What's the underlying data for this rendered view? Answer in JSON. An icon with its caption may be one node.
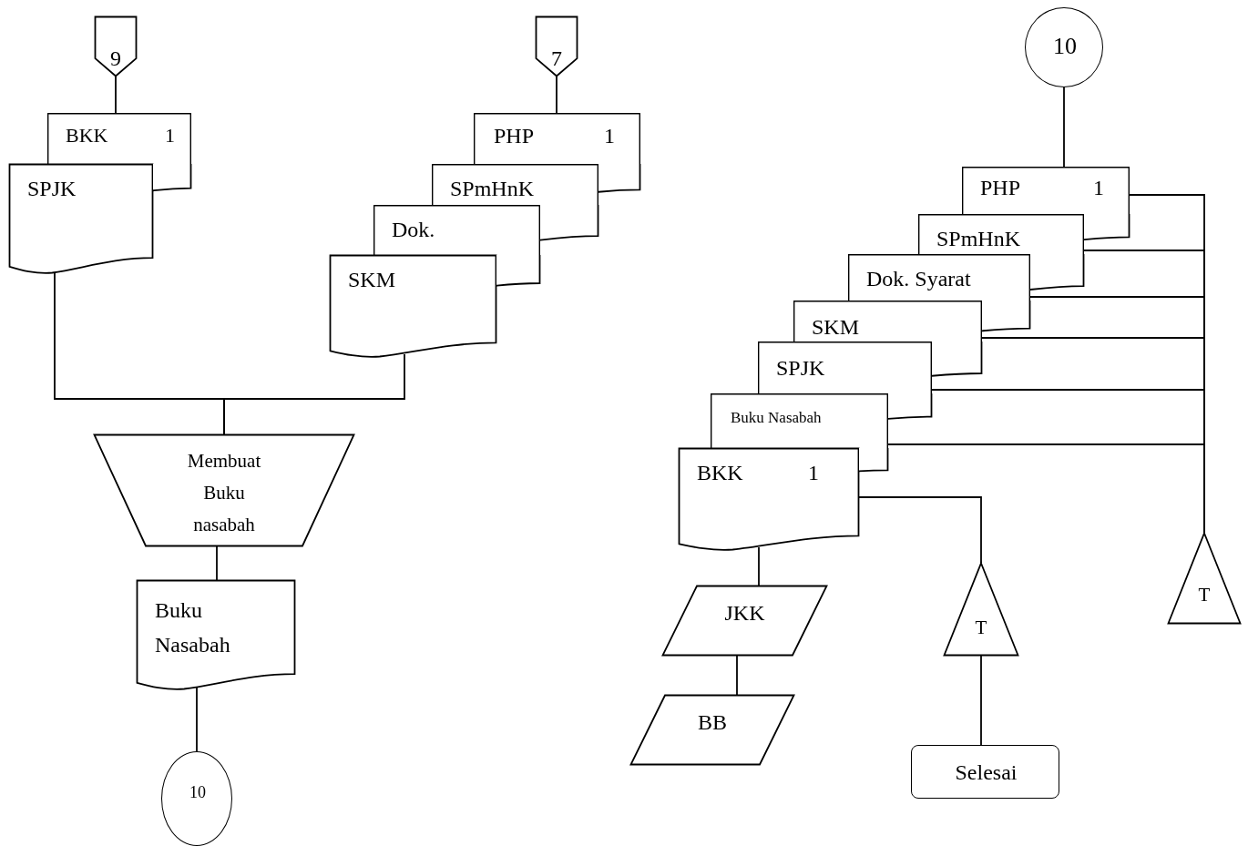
{
  "diagram": {
    "nodes": [
      {
        "text": [
          "9"
        ]
      },
      {
        "text": [
          "BKK",
          "1"
        ]
      },
      {
        "text": [
          "SPJK"
        ]
      },
      {
        "text": [
          "7"
        ]
      },
      {
        "text": [
          "PHP",
          "1"
        ]
      },
      {
        "text": [
          "SPmHnK"
        ]
      },
      {
        "text": [
          "Dok."
        ]
      },
      {
        "text": [
          "SKM"
        ]
      },
      {
        "text": [
          "Membuat Buku nasabah"
        ]
      },
      {
        "text": [
          "Buku Nasabah"
        ]
      },
      {
        "text": [
          "10"
        ]
      },
      {
        "text": [
          "10"
        ]
      },
      {
        "text": [
          "PHP",
          "1"
        ]
      },
      {
        "text": [
          "SPmHnK"
        ]
      },
      {
        "text": [
          "Dok. Syarat"
        ]
      },
      {
        "text": [
          "SKM"
        ]
      },
      {
        "text": [
          "SPJK"
        ]
      },
      {
        "text": [
          "Buku Nasabah"
        ]
      },
      {
        "text": [
          "BKK",
          "1"
        ]
      },
      {
        "text": [
          "JKK"
        ]
      },
      {
        "text": [
          "BB"
        ]
      },
      {
        "text": [
          "T"
        ]
      },
      {
        "text": [
          "Selesai"
        ]
      },
      {
        "text": [
          "T"
        ]
      }
    ],
    "edges": [
      {
        "from": 0,
        "to": 1,
        "arrow": "none"
      },
      {
        "from": 3,
        "to": 4,
        "arrow": "none"
      },
      {
        "from": 2,
        "to": 8,
        "arrow": "none"
      },
      {
        "from": 7,
        "to": 8,
        "arrow": "none"
      },
      {
        "from": 8,
        "to": 9,
        "arrow": "none"
      },
      {
        "from": 9,
        "to": 10,
        "arrow": "none"
      },
      {
        "from": 11,
        "to": 12,
        "arrow": "none"
      },
      {
        "from": 12,
        "to": 23,
        "arrow": "none"
      },
      {
        "from": 13,
        "to": 23,
        "arrow": "none"
      },
      {
        "from": 14,
        "to": 23,
        "arrow": "none"
      },
      {
        "from": 15,
        "to": 23,
        "arrow": "none"
      },
      {
        "from": 16,
        "to": 23,
        "arrow": "none"
      },
      {
        "from": 17,
        "to": 23,
        "arrow": "none"
      },
      {
        "from": 18,
        "to": 21,
        "arrow": "none"
      },
      {
        "from": 21,
        "to": 22,
        "arrow": "none"
      },
      {
        "from": 18,
        "to": 19,
        "arrow": "none"
      },
      {
        "from": 19,
        "to": 20,
        "arrow": "none"
      }
    ]
  }
}
